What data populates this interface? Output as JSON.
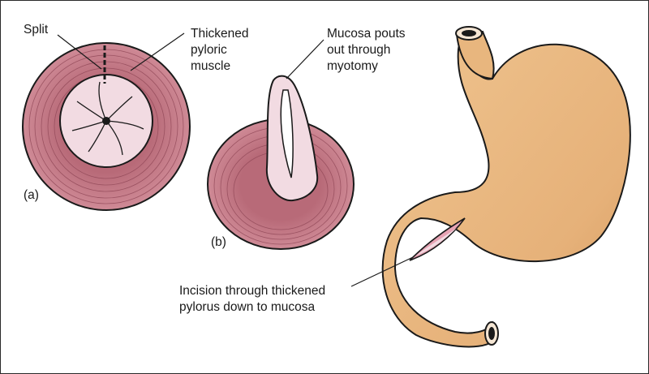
{
  "labels": {
    "split": "Split",
    "thickened_pyloric_muscle": [
      "Thickened",
      "pyloric",
      "muscle"
    ],
    "mucosa_pouts": [
      "Mucosa pouts",
      "out through",
      "myotomy"
    ],
    "panel_a": "(a)",
    "panel_b": "(b)",
    "incision": [
      "Incision through thickened",
      "pylorus down to mucosa"
    ]
  },
  "colors": {
    "muscle": "#c77f8b",
    "muscle_dark": "#9c4f5e",
    "mucosa": "#f2dbe2",
    "stomach": "#e8b67e",
    "stomach_shadow": "#cf9a63",
    "outline": "#1a1a1a"
  }
}
